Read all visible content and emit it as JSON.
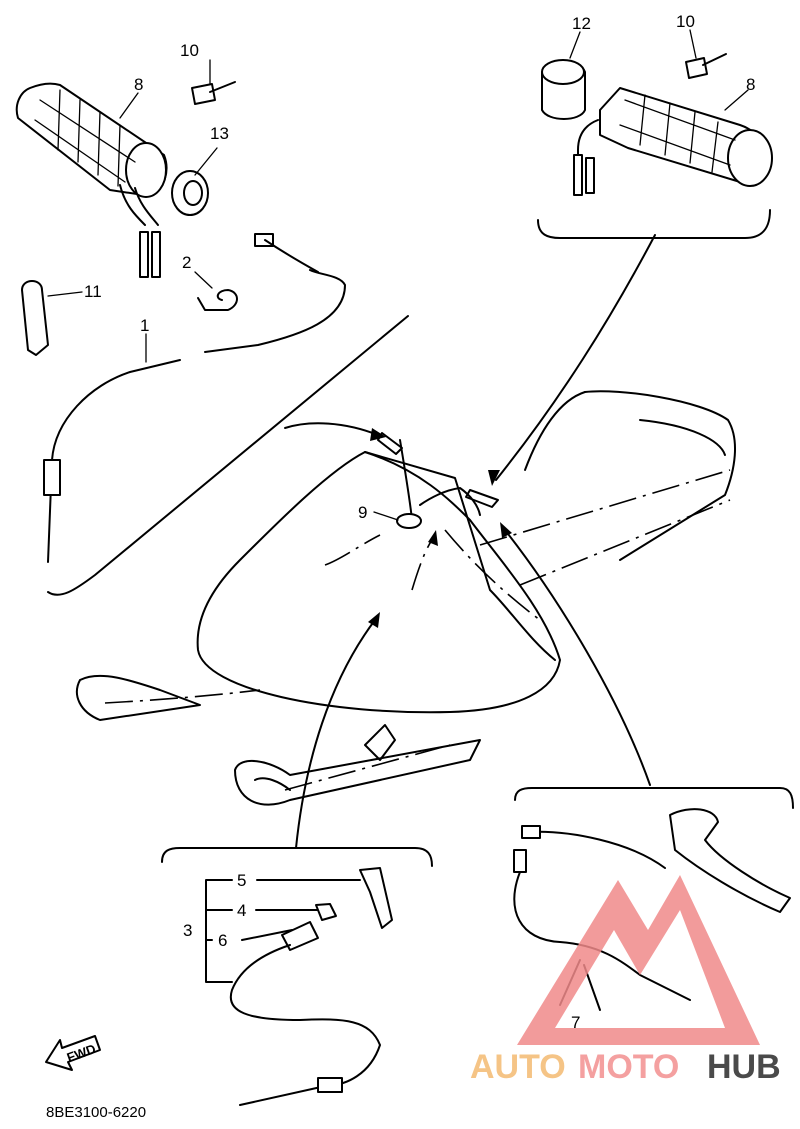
{
  "callouts": {
    "c1": "1",
    "c2": "2",
    "c3": "3",
    "c4": "4",
    "c5": "5",
    "c6": "6",
    "c7": "7",
    "c8_left": "8",
    "c8_right": "8",
    "c9": "9",
    "c10_left": "10",
    "c10_right": "10",
    "c11": "11",
    "c12": "12",
    "c13": "13"
  },
  "diagram_code": "8BE3100-6220",
  "fwd_label": "FWD",
  "watermark": {
    "part1": "AUTO",
    "part2": "MOTO",
    "part3": "HUB",
    "color_part1": "#f5c486",
    "color_part2": "#f4a0a0",
    "color_part3": "#4a4a4a",
    "logo_color": "#f08a8a"
  }
}
